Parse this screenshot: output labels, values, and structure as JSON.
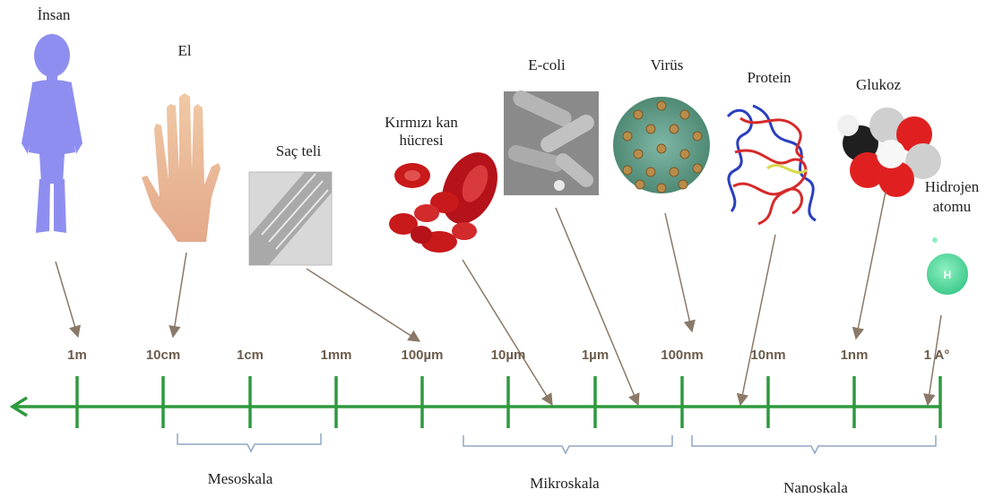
{
  "items": [
    {
      "key": "insan",
      "label": "İnsan"
    },
    {
      "key": "el",
      "label": "El"
    },
    {
      "key": "sac",
      "label": "Saç teli"
    },
    {
      "key": "kan1",
      "label": "Kırmızı kan"
    },
    {
      "key": "kan2",
      "label": "hücresi"
    },
    {
      "key": "ecoli",
      "label": "E-coli"
    },
    {
      "key": "virus",
      "label": "Virüs"
    },
    {
      "key": "protein",
      "label": "Protein"
    },
    {
      "key": "glukoz",
      "label": "Glukoz"
    },
    {
      "key": "hid1",
      "label": "Hidrojen"
    },
    {
      "key": "hid2",
      "label": "atomu"
    }
  ],
  "hydrogen_symbol": "H",
  "ticks": [
    "1m",
    "10cm",
    "1cm",
    "1mm",
    "100µm",
    "10µm",
    "1µm",
    "100nm",
    "10nm",
    "1nm",
    "1 A°"
  ],
  "scales": [
    "Mesoskala",
    "Mikroskala",
    "Nanoskala"
  ],
  "colors": {
    "axis": "#2e9a3e",
    "arrow": "#8a7968",
    "bracket": "#8fa6c4",
    "human": "#8e8ef0",
    "blood": "#c8191b",
    "hydrogen": "#5ce0a4"
  }
}
